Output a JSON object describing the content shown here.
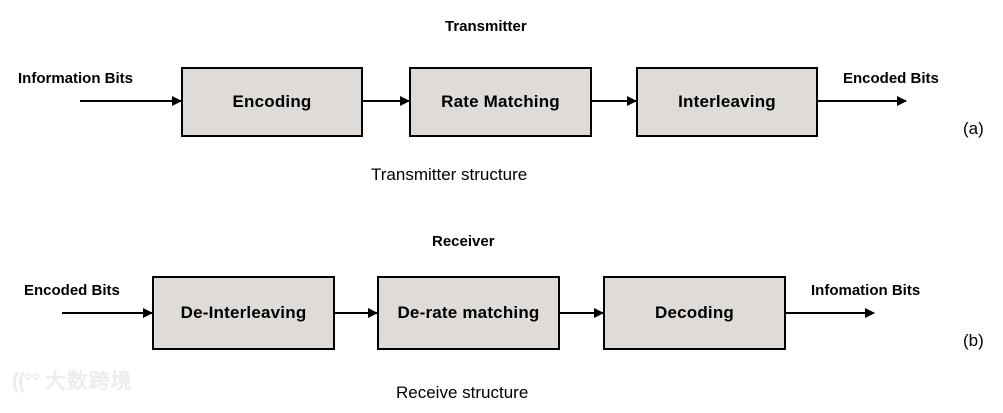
{
  "figure": {
    "panels": [
      {
        "letter": "(a)",
        "title": "Transmitter",
        "caption": "Transmitter structure",
        "input_label": "Information Bits",
        "output_label": "Encoded Bits",
        "blocks": [
          {
            "label": "Encoding"
          },
          {
            "label": "Rate Matching"
          },
          {
            "label": "Interleaving"
          }
        ]
      },
      {
        "letter": "(b)",
        "title": "Receiver",
        "caption": "Receive structure",
        "input_label": "Encoded Bits",
        "output_label": "Infomation Bits",
        "blocks": [
          {
            "label": "De-Interleaving"
          },
          {
            "label": "De-rate matching"
          },
          {
            "label": "Decoding"
          }
        ]
      }
    ]
  },
  "watermark": {
    "mark": "((°°",
    "text": "大数跨境"
  },
  "colors": {
    "box_fill": "#dedbd8",
    "box_border": "#000000",
    "background": "#ffffff",
    "text": "#000000"
  }
}
